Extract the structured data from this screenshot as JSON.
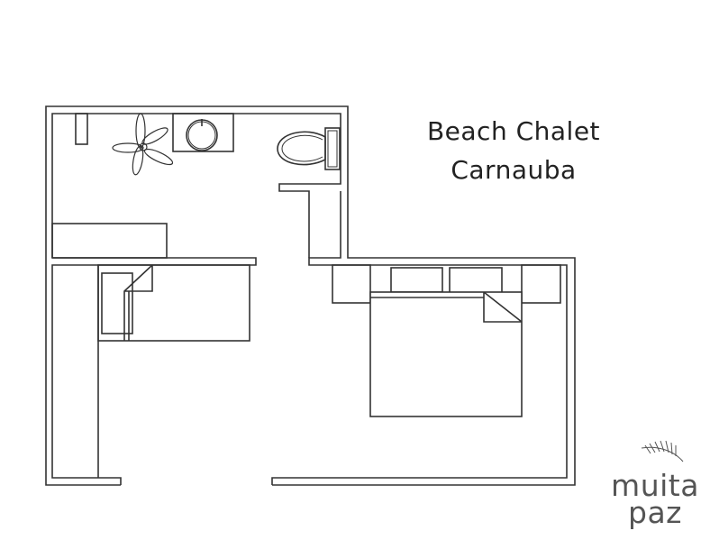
{
  "title": {
    "line1": "Beach Chalet",
    "line2": "Carnauba"
  },
  "logo": {
    "line1": "muita",
    "line2": "paz"
  },
  "colors": {
    "lines": "#333333",
    "logo": "#555555",
    "background": "#ffffff"
  }
}
